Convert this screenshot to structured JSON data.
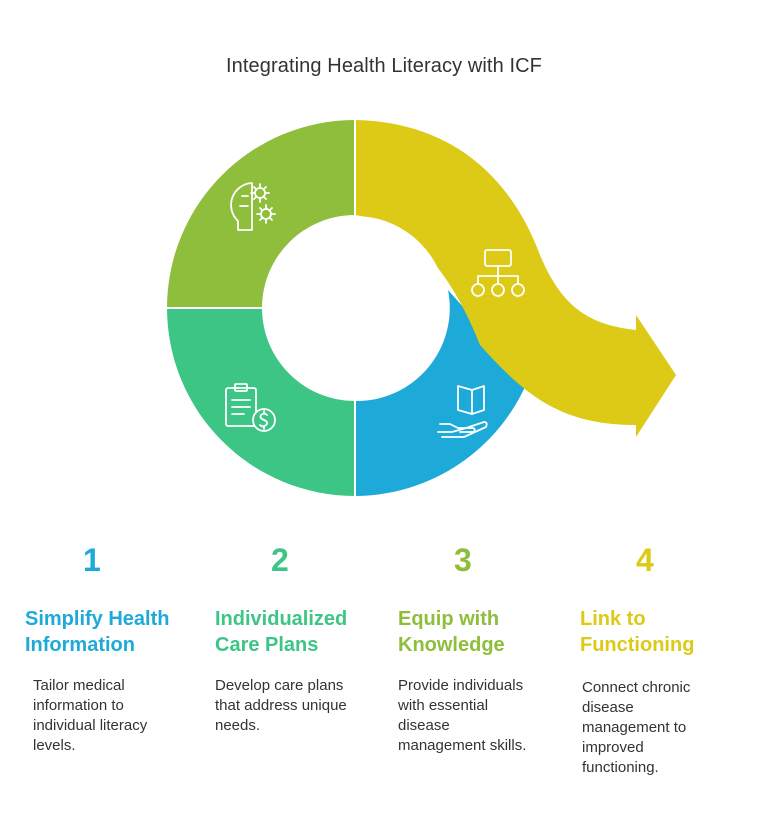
{
  "title": "Integrating Health Literacy with ICF",
  "colors": {
    "green_olive": "#8fbd3c",
    "green": "#3dc585",
    "blue": "#1eaad9",
    "yellow": "#dcca16"
  },
  "segments": [
    {
      "color": "#8fbd3c",
      "icon": "brain-gears-icon"
    },
    {
      "color": "#3dc585",
      "icon": "clipboard-dollar-icon"
    },
    {
      "color": "#1eaad9",
      "icon": "hand-book-icon"
    },
    {
      "color": "#dcca16",
      "icon": "hierarchy-icon"
    }
  ],
  "steps": [
    {
      "number": "1",
      "heading_line1": "Simplify Health",
      "heading_line2": "Information",
      "desc": [
        "Tailor medical",
        "information to",
        "individual literacy",
        "levels."
      ],
      "color": "#1eaad9"
    },
    {
      "number": "2",
      "heading_line1": "Individualized",
      "heading_line2": "Care Plans",
      "desc": [
        "Develop care plans",
        "that address unique",
        "needs."
      ],
      "color": "#3dc585"
    },
    {
      "number": "3",
      "heading_line1": "Equip with",
      "heading_line2": "Knowledge",
      "desc": [
        "Provide individuals",
        "with essential",
        "disease",
        "management skills."
      ],
      "color": "#8fbd3c"
    },
    {
      "number": "4",
      "heading_line1": "Link to",
      "heading_line2": "Functioning",
      "desc": [
        "Connect chronic",
        "disease",
        "management to",
        "improved",
        "functioning."
      ],
      "color": "#dcca16"
    }
  ]
}
